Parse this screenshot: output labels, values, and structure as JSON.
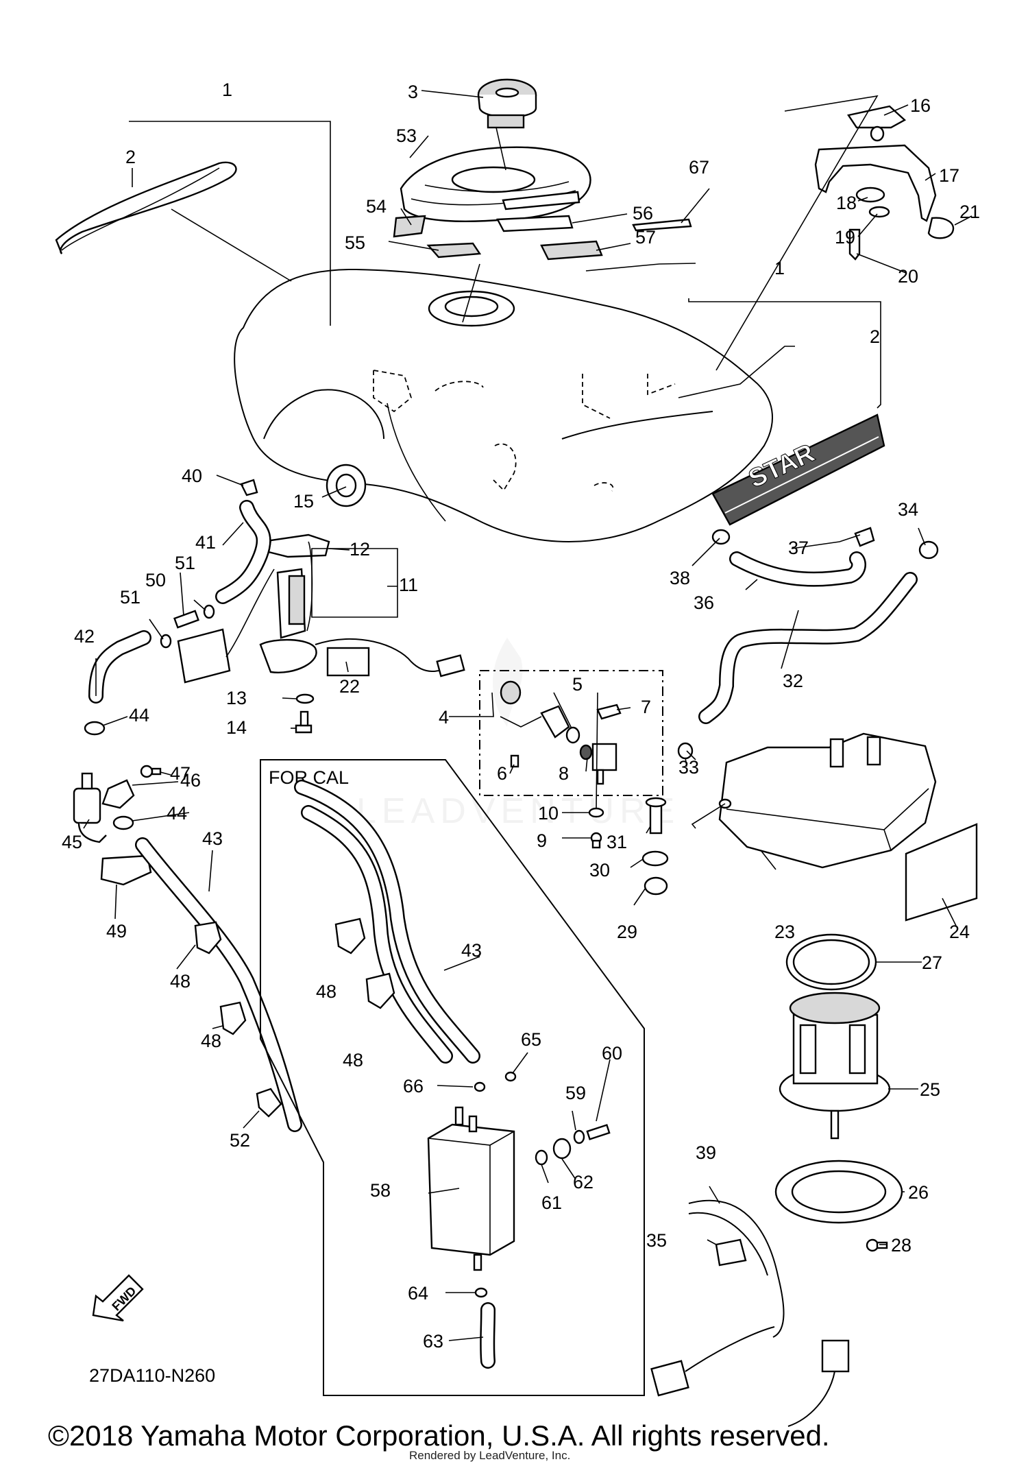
{
  "diagram_code": "27DA110-N260",
  "callout_box_label": "FOR CAL",
  "fwd_label": "FWD",
  "copyright": "©2018 Yamaha Motor Corporation, U.S.A. All rights reserved.",
  "rendered_by": "Rendered by LeadVenture, Inc.",
  "watermark": "LEADVENTURE",
  "tank_emblem": "STAR",
  "parts": [
    "1",
    "2",
    "3",
    "4",
    "5",
    "6",
    "7",
    "8",
    "9",
    "10",
    "11",
    "12",
    "13",
    "14",
    "15",
    "16",
    "17",
    "18",
    "19",
    "20",
    "21",
    "22",
    "23",
    "24",
    "25",
    "26",
    "27",
    "28",
    "29",
    "30",
    "31",
    "32",
    "33",
    "34",
    "35",
    "36",
    "37",
    "38",
    "39",
    "40",
    "41",
    "42",
    "43",
    "44",
    "45",
    "46",
    "47",
    "48",
    "49",
    "50",
    "51",
    "52",
    "53",
    "54",
    "55",
    "56",
    "57",
    "58",
    "59",
    "60",
    "61",
    "62",
    "63",
    "64",
    "65",
    "66",
    "67"
  ],
  "part_labels": {
    "p1a": "1",
    "p1b": "1",
    "p2a": "2",
    "p2b": "2",
    "p3": "3",
    "p4": "4",
    "p5": "5",
    "p6": "6",
    "p7": "7",
    "p8": "8",
    "p9": "9",
    "p10": "10",
    "p11": "11",
    "p12": "12",
    "p13": "13",
    "p14": "14",
    "p15": "15",
    "p16": "16",
    "p17": "17",
    "p18": "18",
    "p19": "19",
    "p20": "20",
    "p21": "21",
    "p22": "22",
    "p23": "23",
    "p24": "24",
    "p25": "25",
    "p26": "26",
    "p27": "27",
    "p28": "28",
    "p29": "29",
    "p30": "30",
    "p31": "31",
    "p32": "32",
    "p33": "33",
    "p34": "34",
    "p35": "35",
    "p36": "36",
    "p37": "37",
    "p38": "38",
    "p39": "39",
    "p40": "40",
    "p41": "41",
    "p42": "42",
    "p43a": "43",
    "p43b": "43",
    "p44a": "44",
    "p44b": "44",
    "p45": "45",
    "p46": "46",
    "p47": "47",
    "p48a": "48",
    "p48b": "48",
    "p48c": "48",
    "p48d": "48",
    "p49": "49",
    "p50": "50",
    "p51a": "51",
    "p51b": "51",
    "p52": "52",
    "p53": "53",
    "p54": "54",
    "p55": "55",
    "p56": "56",
    "p57": "57",
    "p58": "58",
    "p59": "59",
    "p60": "60",
    "p61": "61",
    "p62": "62",
    "p63": "63",
    "p64": "64",
    "p65": "65",
    "p66": "66",
    "p67": "67"
  }
}
